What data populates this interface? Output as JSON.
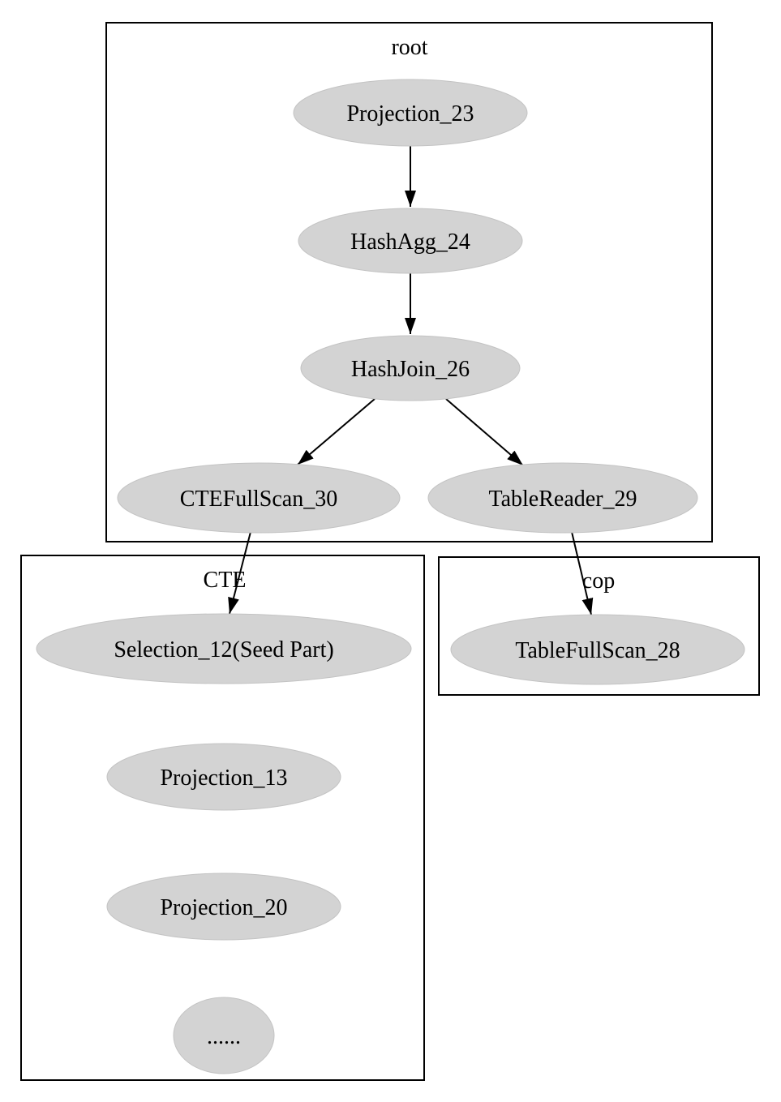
{
  "diagram": {
    "type": "query-plan-graph",
    "clusters": [
      {
        "id": "root",
        "label": "root"
      },
      {
        "id": "CTE",
        "label": "CTE"
      },
      {
        "id": "cop",
        "label": "cop"
      }
    ],
    "nodes": [
      {
        "id": "Projection_23",
        "label": "Projection_23",
        "cluster": "root"
      },
      {
        "id": "HashAgg_24",
        "label": "HashAgg_24",
        "cluster": "root"
      },
      {
        "id": "HashJoin_26",
        "label": "HashJoin_26",
        "cluster": "root"
      },
      {
        "id": "CTEFullScan_30",
        "label": "CTEFullScan_30",
        "cluster": "root"
      },
      {
        "id": "TableReader_29",
        "label": "TableReader_29",
        "cluster": "root"
      },
      {
        "id": "Selection_12",
        "label": "Selection_12(Seed Part)",
        "cluster": "CTE"
      },
      {
        "id": "Projection_13",
        "label": "Projection_13",
        "cluster": "CTE"
      },
      {
        "id": "Projection_20",
        "label": "Projection_20",
        "cluster": "CTE"
      },
      {
        "id": "ellipsis",
        "label": "......",
        "cluster": "CTE"
      },
      {
        "id": "TableFullScan_28",
        "label": "TableFullScan_28",
        "cluster": "cop"
      }
    ],
    "edges": [
      {
        "from": "Projection_23",
        "to": "HashAgg_24"
      },
      {
        "from": "HashAgg_24",
        "to": "HashJoin_26"
      },
      {
        "from": "HashJoin_26",
        "to": "CTEFullScan_30"
      },
      {
        "from": "HashJoin_26",
        "to": "TableReader_29"
      },
      {
        "from": "CTEFullScan_30",
        "to": "Selection_12(Seed Part)"
      },
      {
        "from": "TableReader_29",
        "to": "TableFullScan_28"
      }
    ],
    "colors": {
      "background": "#ffffff",
      "node_fill": "#d3d3d3",
      "node_stroke": "#c3c3c3",
      "edge": "#000000",
      "cluster_border": "#000000",
      "text": "#000000"
    }
  }
}
